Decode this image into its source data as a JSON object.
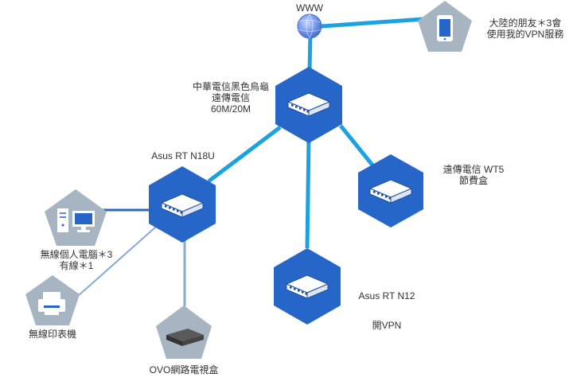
{
  "colors": {
    "hex_node": "#2766c9",
    "pent_node": "#a7b4c2",
    "link_main": "#1aa3e0",
    "link_dark": "#2f66c0",
    "link_light": "#86aad6"
  },
  "nodes": {
    "www": {
      "label": "WWW",
      "icon": "globe-icon"
    },
    "vpn_friends": {
      "lines": [
        "大陸的朋友＊3會",
        "使用我的VPN服務"
      ],
      "icon": "smartphone-icon"
    },
    "cht_router": {
      "lines": [
        "中華電信黑色烏龜",
        "遠傳電信",
        "60M/20M"
      ],
      "icon": "router-icon"
    },
    "asus_n18u": {
      "label": "Asus RT N18U",
      "icon": "router-icon"
    },
    "fet_wt5": {
      "lines": [
        "遠傳電信 WT5",
        "節費盒"
      ],
      "icon": "router-icon"
    },
    "asus_n12": {
      "label": "Asus RT N12",
      "sublabel": "開VPN",
      "icon": "router-icon"
    },
    "wireless_pcs": {
      "lines": [
        "無線個人電腦＊3",
        "有線＊1"
      ],
      "icon": "desktop-computer-icon"
    },
    "printer": {
      "label": "無線印表機",
      "icon": "printer-icon"
    },
    "ovo_box": {
      "label": "OVO網路電視盒",
      "icon": "set-top-box-icon"
    }
  }
}
